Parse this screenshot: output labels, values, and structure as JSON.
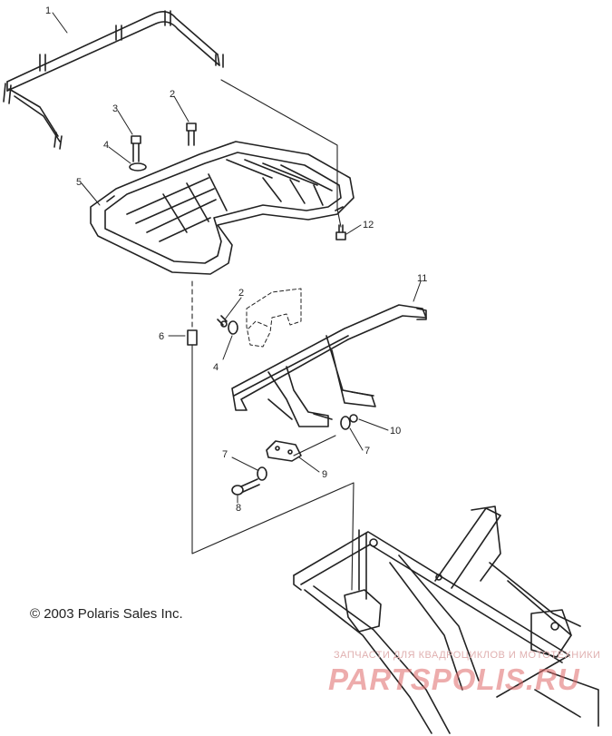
{
  "callouts": [
    "1",
    "2",
    "3",
    "4",
    "5",
    "12",
    "11",
    "2",
    "6",
    "4",
    "10",
    "7",
    "7",
    "9",
    "8"
  ],
  "copyright": "© 2003 Polaris Sales Inc.",
  "watermark": {
    "text_top": "ЗАПЧАСТИ ДЛЯ КВАДРОЦИКЛОВ И МОТОТЕХНИКИ",
    "logo": "PARTSPOLIS.RU"
  }
}
